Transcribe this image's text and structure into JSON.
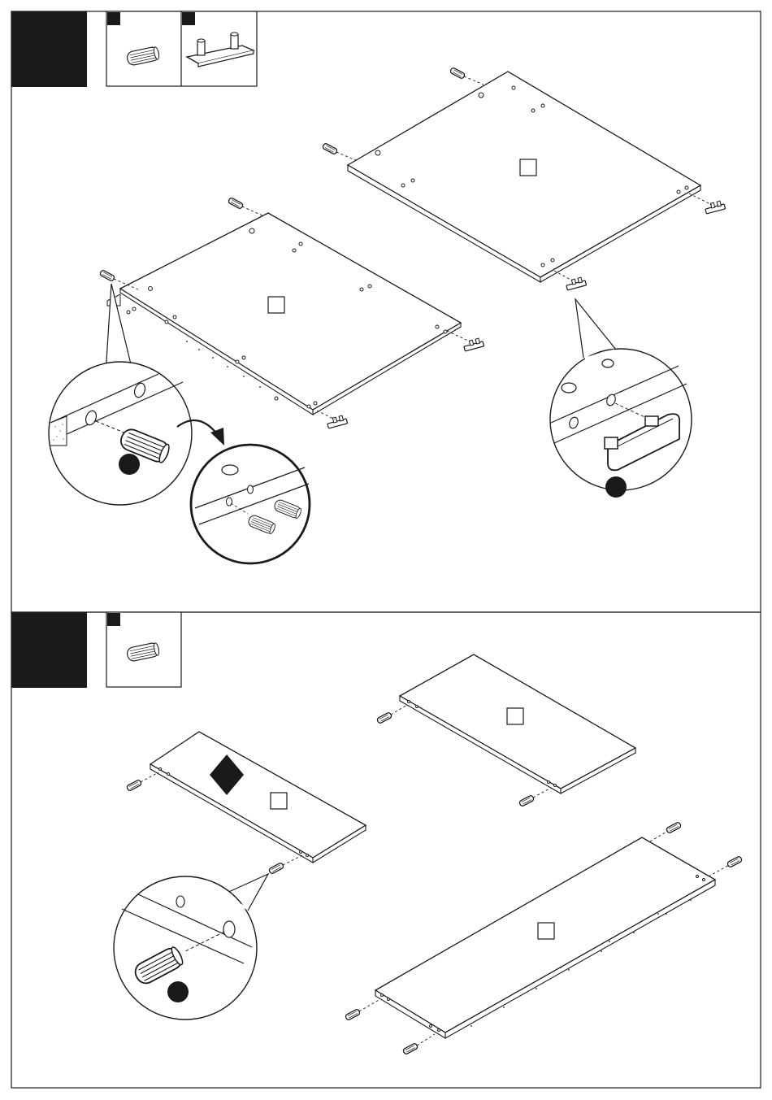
{
  "page": {
    "background": "#ffffff",
    "ink": "#1a1a1a"
  },
  "steps": [
    {
      "number": "",
      "parts": [
        {
          "letter": "",
          "item": "wooden-dowel"
        },
        {
          "letter": "",
          "item": "connector-clip"
        }
      ],
      "panels": [
        {
          "label": ""
        },
        {
          "label": ""
        }
      ],
      "callouts": [
        {
          "part_letter": "",
          "item": "wooden-dowel"
        },
        {
          "part_letter": "",
          "item": "connector-clip"
        }
      ]
    },
    {
      "number": "",
      "parts": [
        {
          "letter": "",
          "item": "wooden-dowel"
        }
      ],
      "panels": [
        {
          "label": ""
        },
        {
          "label": ""
        },
        {
          "label": ""
        }
      ],
      "callouts": [
        {
          "part_letter": "",
          "item": "wooden-dowel"
        }
      ]
    }
  ]
}
